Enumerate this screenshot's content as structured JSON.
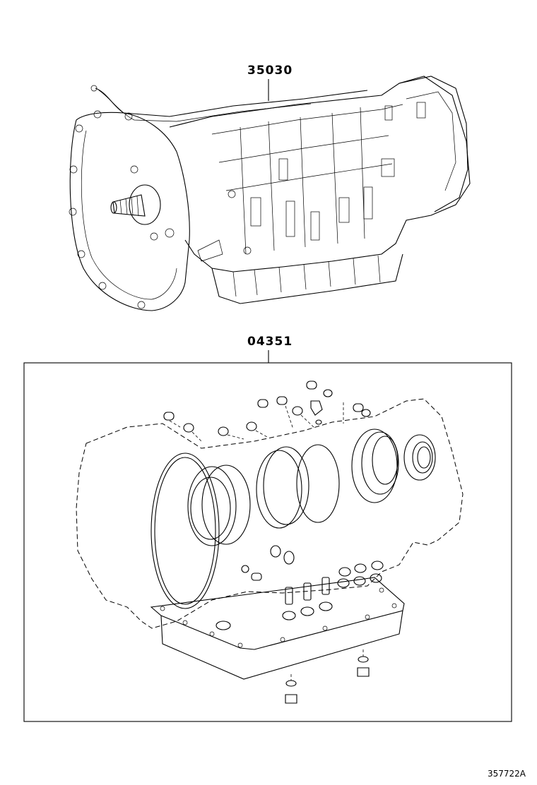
{
  "parts": {
    "transmission_assembly": {
      "number": "35030"
    },
    "overhaul_gasket_kit": {
      "number": "04351"
    }
  },
  "figure_id": "357722A",
  "colors": {
    "line": "#000000",
    "background": "#ffffff"
  }
}
